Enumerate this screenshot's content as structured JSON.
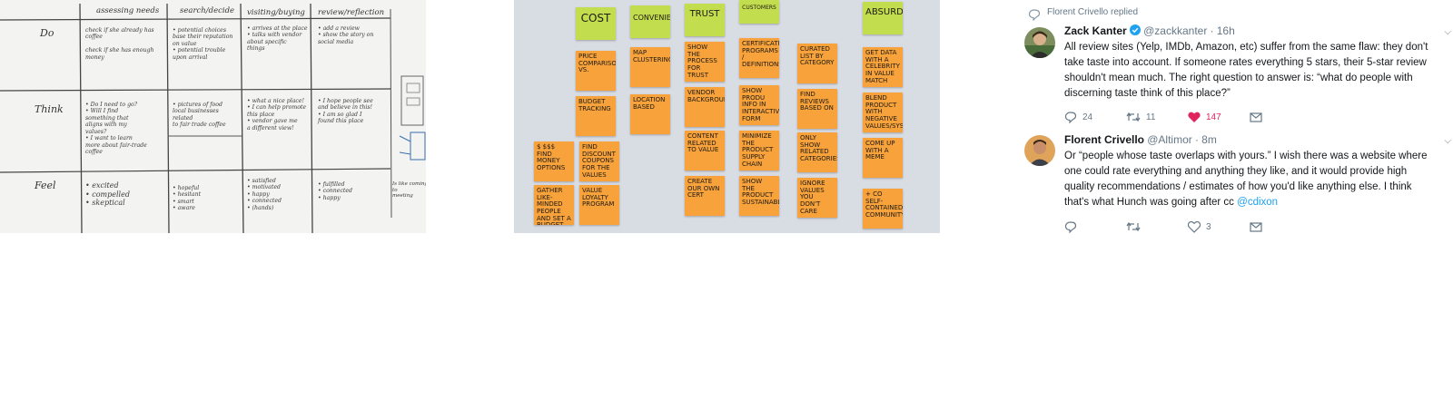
{
  "whiteboard": {
    "columns": [
      "assessing needs",
      "search/decide",
      "visiting/buying",
      "review/reflection"
    ],
    "rows": [
      "Do",
      "Think",
      "Feel"
    ],
    "cells": [
      [
        "check if she already has coffee\n\ncheck if she has enough money",
        "• potential choices\n  base their reputation on value\n• potential trouble\n  upon arrival",
        "• arrives at the place\n• talks with vendor\n  about specific\n  things",
        "• add a review\n• show the story on\n  social media"
      ],
      [
        "• Do I need to go?\n• Will I find\n  something that\n  aligns with my\n  values?\n• I want to learn\n  more about fair-trade\n  coffee",
        "• pictures of food\n  local businesses related\n  to fair trade coffee",
        "• what a nice place!\n• I can help promote\n  this place\n• vendor gave me\n  a different view!",
        "• I hope people see\n  and believe in this!\n• I am so glad I\n  found this place"
      ],
      [
        "• excited\n• compelled\n• skeptical",
        "• hopeful\n• hesitant\n• smart\n• aware",
        "• satisfied\n• motivated\n• happy\n• connected\n• (hands)",
        "• fulfilled\n• connected\n• happy"
      ]
    ],
    "margin_note": "Is like coming to\nmeeting"
  },
  "sticky_wall": {
    "headers": [
      "COST",
      "CONVENIENT",
      "TRUST",
      "CUSTOMERS",
      "ABSURD"
    ],
    "notes": [
      [
        "PRICE COMPARISON vs.",
        "BUDGET TRACKING",
        "$ $$$ Find money options",
        "Gather like-minded people and set a budget"
      ],
      [
        "MAP CLUSTERING",
        "LOCATION BASED",
        "find discount coupons for the values",
        "Value Loyalty Program"
      ],
      [
        "Show the process for trust",
        "VENDOR BACKGROUNDS",
        "CONTENT RELATED TO VALUE",
        "Create our own cert"
      ],
      [
        "CERTIFICATION programs / definitions",
        "Show produ info in interactive form",
        "minimize the product supply chain",
        "show the product sustainably"
      ],
      [
        "curated list by category",
        "Find reviews based on",
        "Only show related categories",
        "Ignore values you don't care"
      ],
      [
        "Get data with a celebrity in value match",
        "BLEND PRODUCT with negative values/system",
        "Come up with a meme",
        "+ Co self-contained community"
      ]
    ]
  },
  "tweets": {
    "reply_context": "Florent Crivello replied",
    "items": [
      {
        "name": "Zack Kanter",
        "handle": "@zackkanter",
        "time": "16h",
        "lines": [
          "All review sites (Yelp, IMDb, Amazon, etc) suffer from the same flaw: they don't",
          "take taste into account. If someone rates everything 5 stars, their 5-star review",
          "shouldn't mean much. The right question to answer is: “what do people with",
          "discerning taste think of this place?”"
        ],
        "replies": "24",
        "retweets": "11",
        "likes": "147"
      },
      {
        "name": "Florent Crivello",
        "handle": "@Altimor",
        "time": "8m",
        "lines": [
          "Or “people whose taste overlaps with yours.” I wish there was a website where",
          "one could rate everything and anything they like, and it would provide high",
          "quality recommendations / estimates of how you'd like anything else. I think",
          "that's what Hunch was going after cc "
        ],
        "mention": "@cdixon",
        "replies": "",
        "retweets": "",
        "likes": "3"
      }
    ]
  },
  "colors": {
    "link": "#1da1f2",
    "like": "#e0245e",
    "meta": "#657786",
    "sticky_orange": "#f7a23b",
    "sticky_green": "#c2dd4e"
  }
}
